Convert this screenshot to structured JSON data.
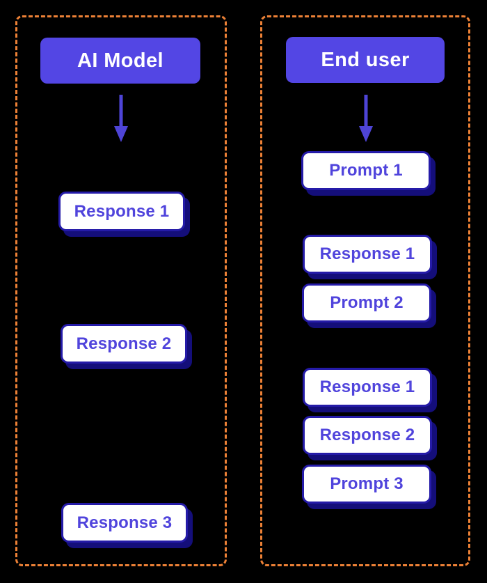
{
  "diagram": {
    "background": "#000000",
    "colors": {
      "background": "#000000",
      "frame-orange": "#ED8136",
      "header-indigo": "#5346E4",
      "header-text": "#FFFFFF",
      "arrow-indigo": "#4E44D6",
      "box-bg": "#FFFFFF",
      "box-border": "#251BA8",
      "box-shadow-navy": "#140E7A",
      "box-text": "#5044DC"
    },
    "ai_model_column": {
      "header": "AI Model",
      "boxes": [
        "Response 1",
        "Response 2",
        "Response 3"
      ]
    },
    "end_user_column": {
      "header": "End user",
      "boxes": [
        "Prompt 1",
        "Response 1",
        "Prompt 2",
        "Response 1",
        "Response 2",
        "Prompt 3"
      ]
    }
  }
}
